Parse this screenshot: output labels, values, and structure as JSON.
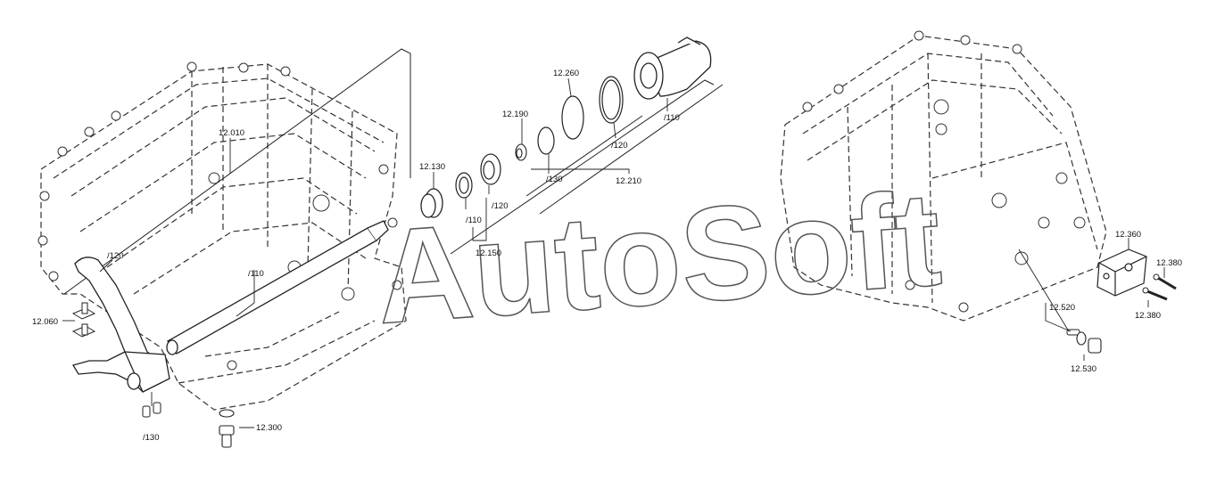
{
  "watermark": {
    "text": "AutoSoft",
    "stroke_color": "#555555"
  },
  "colors": {
    "line": "#222222",
    "dash": "#333333",
    "part_fill": "#ffffff"
  },
  "labels": {
    "l_12010": "12.010",
    "l_12060": "12.060",
    "l_120_fork": "/120",
    "l_110_shaft": "/110",
    "l_130_fork": "/130",
    "l_12300": "12.300",
    "l_12130": "12.130",
    "l_110_seal": "/110",
    "l_120_seal": "/120",
    "l_12150": "12.150",
    "l_12190": "12.190",
    "l_130_ring": "/130",
    "l_12260": "12.260",
    "l_120_ring": "/120",
    "l_12210": "12.210",
    "l_110_cyl": "/110",
    "l_12360": "12.360",
    "l_12380_a": "12.380",
    "l_12380_b": "12.380",
    "l_12520": "12.520",
    "l_12530": "12.530"
  }
}
